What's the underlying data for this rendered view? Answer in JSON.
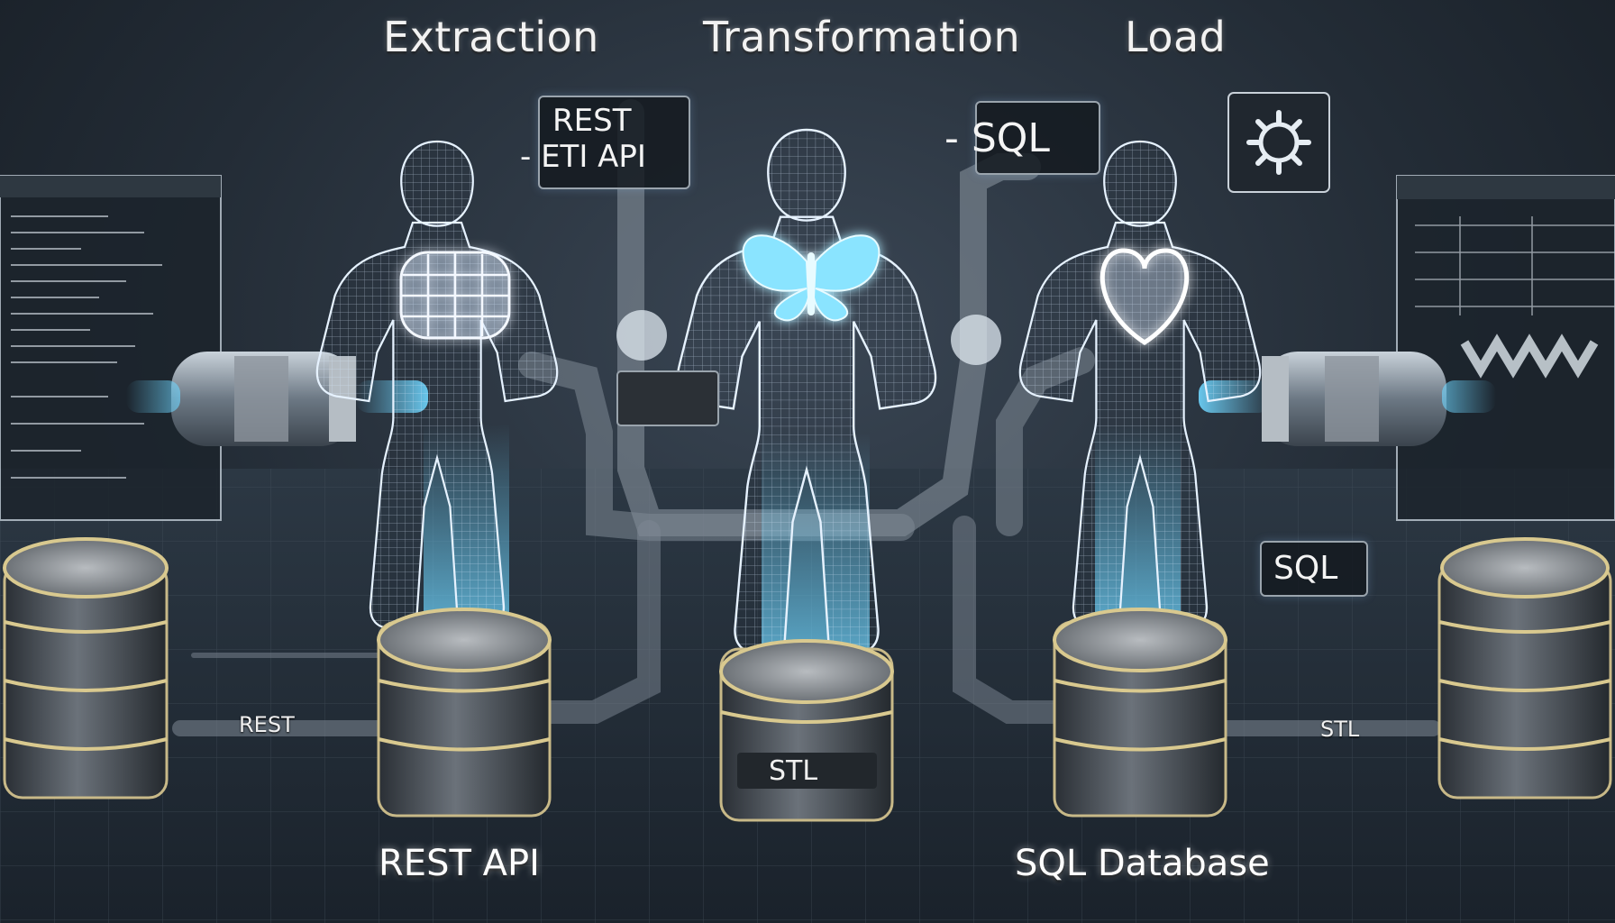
{
  "titles": {
    "extraction": "Extraction",
    "transformation": "Transformation",
    "load": "Load"
  },
  "tags": {
    "rest_eti_api_line1": "REST",
    "rest_eti_api_line2": "- ETI API",
    "sql_top": "- SQL",
    "sql_side": "SQL",
    "stl_db": "STL"
  },
  "pipe_labels": {
    "rest": "REST",
    "stl": "STL"
  },
  "bottom_labels": {
    "rest_api": "REST API",
    "sql_database": "SQL Database"
  },
  "icons": {
    "gear": "gear-icon",
    "butterfly": "butterfly-icon",
    "heart": "heart-icon",
    "grid": "grid-icon"
  },
  "colors": {
    "glow": "#6fd6ff",
    "wire": "#cfe6ff",
    "pipe": "#9aa3ad",
    "background": "#232c36"
  }
}
